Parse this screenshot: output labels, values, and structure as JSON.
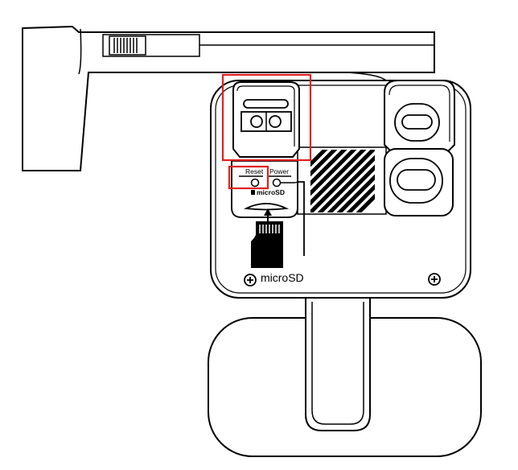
{
  "labels": {
    "reset": "Reset",
    "power": "Power",
    "slot_small": "microSD",
    "slot_large": "microSD"
  },
  "colors": {
    "highlight": "#e02020",
    "stroke": "#000000",
    "grille": "#000000"
  },
  "icons": {
    "screw_left": "plus-screw-icon",
    "screw_right": "plus-screw-icon",
    "sd_card": "microsd-card-icon",
    "insert_arrow": "arrow-up-icon"
  }
}
